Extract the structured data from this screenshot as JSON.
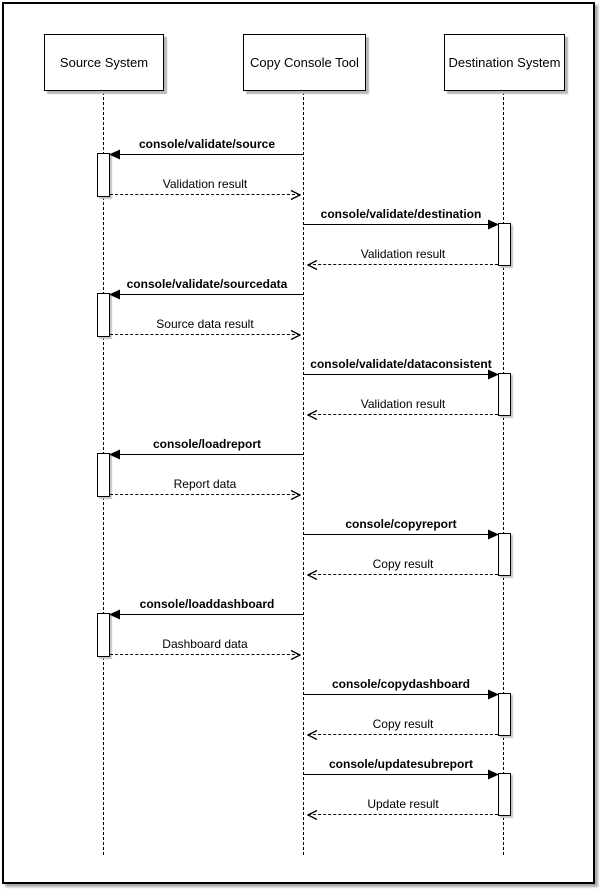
{
  "diagram": {
    "kind": "uml-sequence-diagram",
    "participants": [
      {
        "name": "Source System"
      },
      {
        "name": "Copy Console Tool"
      },
      {
        "name": "Destination System"
      }
    ],
    "messages": [
      {
        "label": "console/validate/source",
        "type": "request",
        "from": "Copy Console Tool",
        "to": "Source System"
      },
      {
        "label": "Validation result",
        "type": "return",
        "from": "Source System",
        "to": "Copy Console Tool"
      },
      {
        "label": "console/validate/destination",
        "type": "request",
        "from": "Copy Console Tool",
        "to": "Destination System"
      },
      {
        "label": "Validation result",
        "type": "return",
        "from": "Destination System",
        "to": "Copy Console Tool"
      },
      {
        "label": "console/validate/sourcedata",
        "type": "request",
        "from": "Copy Console Tool",
        "to": "Source System"
      },
      {
        "label": "Source data result",
        "type": "return",
        "from": "Source System",
        "to": "Copy Console Tool"
      },
      {
        "label": "console/validate/dataconsistent",
        "type": "request",
        "from": "Copy Console Tool",
        "to": "Destination System"
      },
      {
        "label": "Validation result",
        "type": "return",
        "from": "Destination System",
        "to": "Copy Console Tool"
      },
      {
        "label": "console/loadreport",
        "type": "request",
        "from": "Copy Console Tool",
        "to": "Source System"
      },
      {
        "label": "Report data",
        "type": "return",
        "from": "Source System",
        "to": "Copy Console Tool"
      },
      {
        "label": "console/copyreport",
        "type": "request",
        "from": "Copy Console Tool",
        "to": "Destination System"
      },
      {
        "label": "Copy result",
        "type": "return",
        "from": "Destination System",
        "to": "Copy Console Tool"
      },
      {
        "label": "console/loaddashboard",
        "type": "request",
        "from": "Copy Console Tool",
        "to": "Source System"
      },
      {
        "label": "Dashboard data",
        "type": "return",
        "from": "Source System",
        "to": "Copy Console Tool"
      },
      {
        "label": "console/copydashboard",
        "type": "request",
        "from": "Copy Console Tool",
        "to": "Destination System"
      },
      {
        "label": "Copy result",
        "type": "return",
        "from": "Destination System",
        "to": "Copy Console Tool"
      },
      {
        "label": "console/updatesubreport",
        "type": "request",
        "from": "Copy Console Tool",
        "to": "Destination System"
      },
      {
        "label": "Update result",
        "type": "return",
        "from": "Destination System",
        "to": "Copy Console Tool"
      }
    ],
    "colors": {
      "line": "#000000",
      "background": "#ffffff",
      "shadow": "#b3b3b3"
    }
  }
}
